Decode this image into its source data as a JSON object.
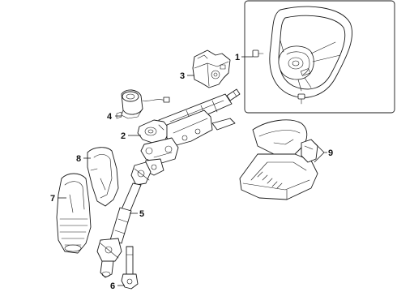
{
  "callouts": [
    {
      "id": "1",
      "part": "steering-wheel"
    },
    {
      "id": "2",
      "part": "steering-column"
    },
    {
      "id": "3",
      "part": "column-switch-module"
    },
    {
      "id": "4",
      "part": "ignition-lock"
    },
    {
      "id": "5",
      "part": "intermediate-shaft"
    },
    {
      "id": "6",
      "part": "lower-shaft-joint"
    },
    {
      "id": "7",
      "part": "column-boot"
    },
    {
      "id": "8",
      "part": "column-cover-bracket"
    },
    {
      "id": "9",
      "part": "column-cover"
    }
  ],
  "colors": {
    "line": "#1a1a1a",
    "background": "#ffffff"
  }
}
